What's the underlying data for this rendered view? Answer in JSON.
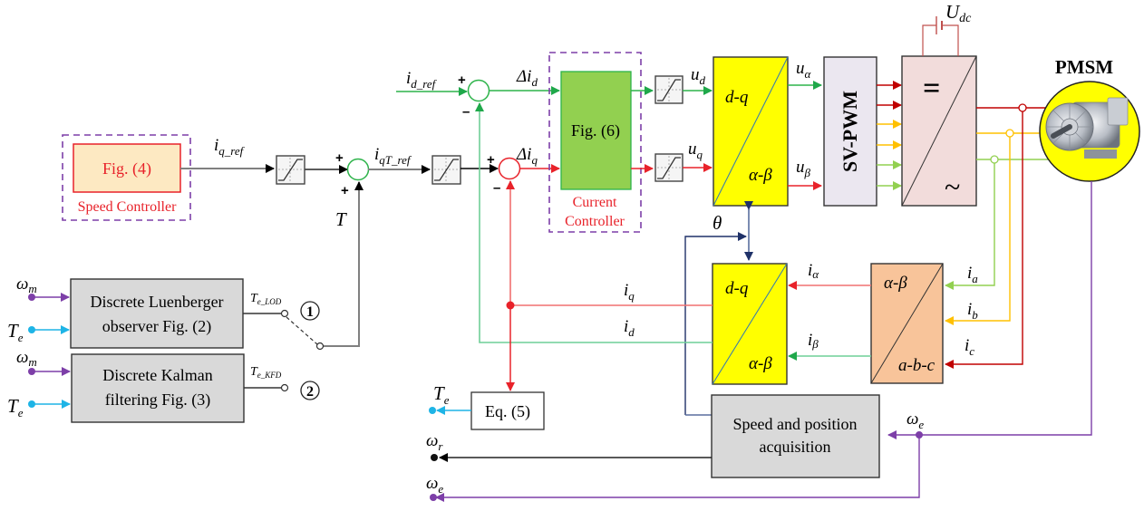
{
  "title": "PMSM vector control block diagram with torque observers",
  "colors": {
    "green": "#2db34a",
    "red": "#e8222a",
    "purple": "#7d3fa8",
    "cyan": "#1eb4e6",
    "navy": "#1f3168",
    "gray_line": "#808080",
    "yellow_block": "#ffff00",
    "green_block": "#92d050",
    "orange_block": "#f8c49a",
    "pink_block": "#f2dcdb",
    "speed_ctrl_block": "#fde9c2",
    "gray_block": "#d9d9d9",
    "svpwm_block": "#ebe7f0"
  },
  "blocks": {
    "speed_controller": {
      "inner": "Fig. (4)",
      "caption": "Speed Controller"
    },
    "current_controller": {
      "inner": "Fig. (6)",
      "caption_1": "Current",
      "caption_2": "Controller"
    },
    "luenberger": {
      "line1": "Discrete Luenberger",
      "line2": "observer Fig. (2)"
    },
    "kalman": {
      "line1": "Discrete  Kalman",
      "line2": "filtering Fig. (3)"
    },
    "dq_to_ab": {
      "top": "d-q",
      "bottom": "α-β"
    },
    "ab_to_dq": {
      "top": "d-q",
      "bottom": "α-β"
    },
    "svpwm": {
      "label": "SV-PWM"
    },
    "inverter": {
      "top": "=",
      "bottom": "~"
    },
    "clarke": {
      "top": "α-β",
      "bottom": "a-b-c"
    },
    "eq5": {
      "label": "Eq. (5)"
    },
    "speed_position": {
      "line1": "Speed and position",
      "line2": "acquisition"
    },
    "pmsm": {
      "label": "PMSM"
    }
  },
  "signals": {
    "iq_ref": {
      "base": "i",
      "sub": "q_ref"
    },
    "iqT_ref": {
      "base": "i",
      "sub": "qT_ref"
    },
    "id_ref": {
      "base": "i",
      "sub": "d_ref"
    },
    "delta_id": {
      "base": "Δi",
      "sub": "d"
    },
    "delta_iq": {
      "base": "Δi",
      "sub": "q"
    },
    "ud": {
      "base": "u",
      "sub": "d"
    },
    "uq": {
      "base": "u",
      "sub": "q"
    },
    "ualpha": {
      "base": "u",
      "sub": "α"
    },
    "ubeta": {
      "base": "u",
      "sub": "β"
    },
    "udc": {
      "base": "U",
      "sub": "dc"
    },
    "T": {
      "base": "T"
    },
    "theta": {
      "base": "θ"
    },
    "iq": {
      "base": "i",
      "sub": "q"
    },
    "id": {
      "base": "i",
      "sub": "d"
    },
    "ialpha": {
      "base": "i",
      "sub": "α"
    },
    "ibeta": {
      "base": "i",
      "sub": "β"
    },
    "ia": {
      "base": "i",
      "sub": "a"
    },
    "ib": {
      "base": "i",
      "sub": "b"
    },
    "ic": {
      "base": "i",
      "sub": "c"
    },
    "Te_LOD": {
      "base": "T",
      "sub": "e_LOD"
    },
    "Te_KFD": {
      "base": "T",
      "sub": "e_KFD"
    },
    "wm": {
      "base": "ω",
      "sub": "m"
    },
    "Te": {
      "base": "T",
      "sub": "e"
    },
    "wr": {
      "base": "ω",
      "sub": "r"
    },
    "we": {
      "base": "ω",
      "sub": "e"
    }
  },
  "switch": {
    "pos1": "1",
    "pos2": "2"
  },
  "signs": {
    "plus": "+",
    "minus": "–"
  }
}
